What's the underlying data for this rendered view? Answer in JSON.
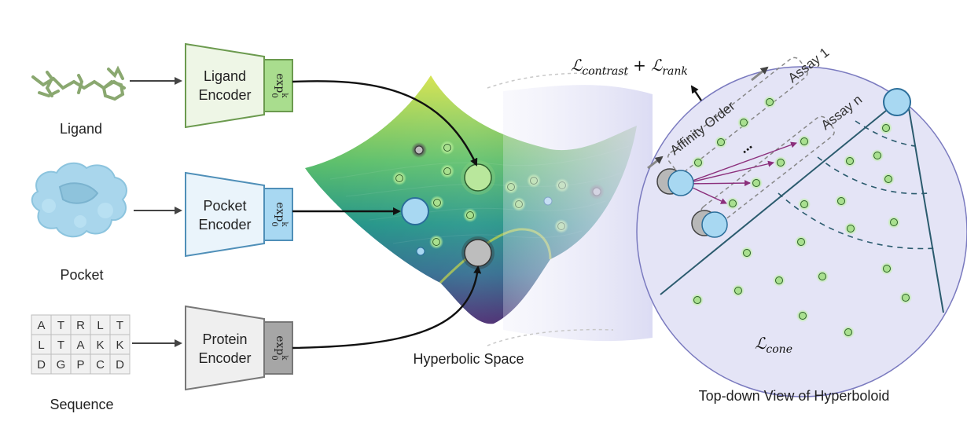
{
  "inputs": {
    "ligand_label": "Ligand",
    "pocket_label": "Pocket",
    "sequence_label": "Sequence",
    "sequence_grid": [
      [
        "A",
        "T",
        "R",
        "L",
        "T"
      ],
      [
        "L",
        "T",
        "A",
        "K",
        "K"
      ],
      [
        "D",
        "G",
        "P",
        "C",
        "D"
      ]
    ]
  },
  "encoders": {
    "ligand": {
      "line1": "Ligand",
      "line2": "Encoder",
      "color": "#8fbf6e"
    },
    "pocket": {
      "line1": "Pocket",
      "line2": "Encoder",
      "color": "#7fb6de"
    },
    "protein": {
      "line1": "Protein",
      "line2": "Encoder",
      "color": "#9a9a9a"
    },
    "exp_map": {
      "base": "exp",
      "sup": "k",
      "sub": "0"
    }
  },
  "space": {
    "title": "Hyperbolic Space"
  },
  "hyperboloid": {
    "title": "Top-down View of Hyperboloid",
    "loss_top": {
      "l1": "contrast",
      "l2": "rank",
      "op": "+"
    },
    "loss_cone": "cone",
    "affinity_label": "Affinity Order",
    "assay1_label": "Assay 1",
    "assayn_label": "Assay n",
    "ellipsis": "..."
  },
  "colors": {
    "ligand_node": "#a9e08f",
    "pocket_node": "#a8d8f2",
    "protein_node": "#b5b5b5",
    "disk": "#e4e4f6",
    "arrow": "#8b2f7c"
  }
}
